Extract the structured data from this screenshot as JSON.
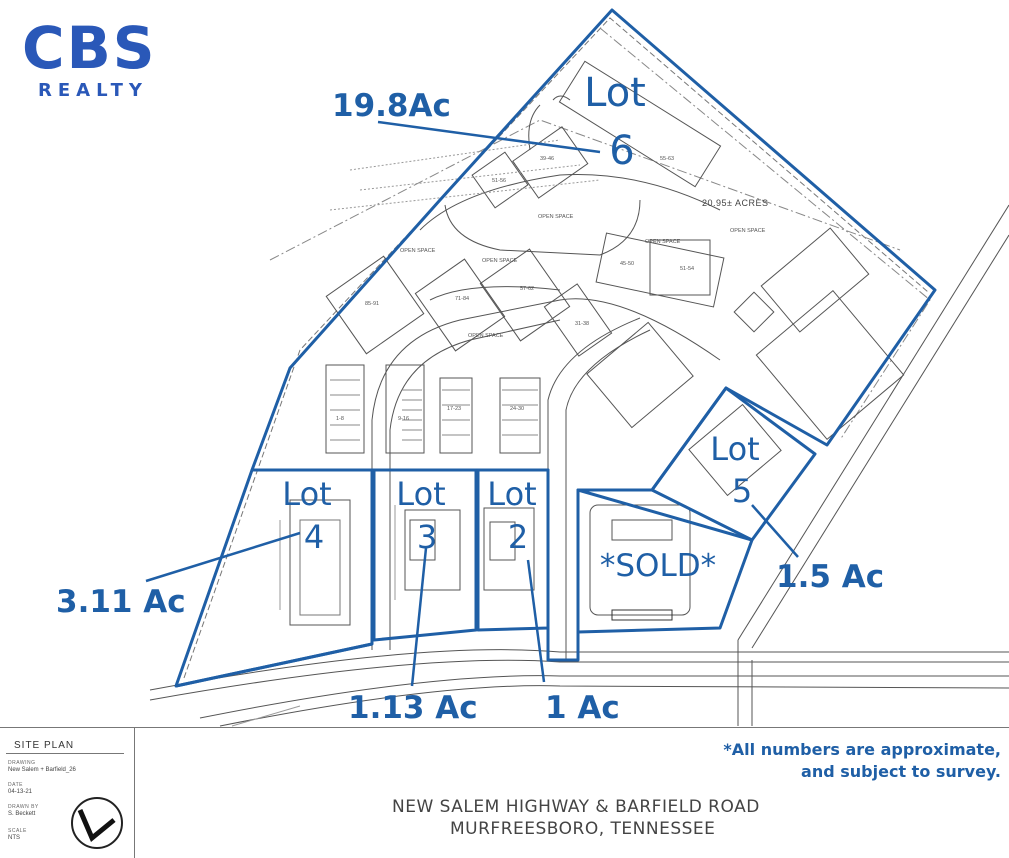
{
  "logo": {
    "brand": "CBS",
    "sub": "REALTY"
  },
  "lots": [
    {
      "id": "lot6",
      "label_top": "Lot",
      "label_num": "6",
      "acreage": "19.8Ac"
    },
    {
      "id": "lot5",
      "label_top": "Lot",
      "label_num": "5",
      "acreage": "1.5 Ac"
    },
    {
      "id": "lot4",
      "label_top": "Lot",
      "label_num": "4",
      "acreage": "3.11 Ac"
    },
    {
      "id": "lot3",
      "label_top": "Lot",
      "label_num": "3",
      "acreage": "1.13 Ac"
    },
    {
      "id": "lot2",
      "label_top": "Lot",
      "label_num": "2",
      "acreage": "1 Ac"
    }
  ],
  "sold_label": "*SOLD*",
  "plan_labels": {
    "total_acres": "20.95± ACRES",
    "open_space": "OPEN SPACE",
    "units": [
      "1-8",
      "9-16",
      "17-23",
      "24-30",
      "85-91",
      "71-84",
      "57-62",
      "51-56",
      "31-38",
      "39-46",
      "45-50",
      "51-54",
      "55-63"
    ]
  },
  "title_block": {
    "title": "SITE PLAN",
    "drawing_label": "DRAWING",
    "drawing_value": "New Salem + Barfield_26",
    "date_label": "DATE",
    "date_value": "04-13-21",
    "drawn_label": "DRAWN BY",
    "drawn_value": "S. Beckett",
    "scale_label": "SCALE",
    "scale_value": "NTS"
  },
  "note_line1": "*All numbers are approximate,",
  "note_line2": "and subject to survey.",
  "project_line1": "NEW SALEM HIGHWAY & BARFIELD ROAD",
  "project_line2": "MURFREESBORO, TENNESSEE",
  "colors": {
    "accent": "#1f5fa6",
    "logo": "#2a58b8"
  }
}
